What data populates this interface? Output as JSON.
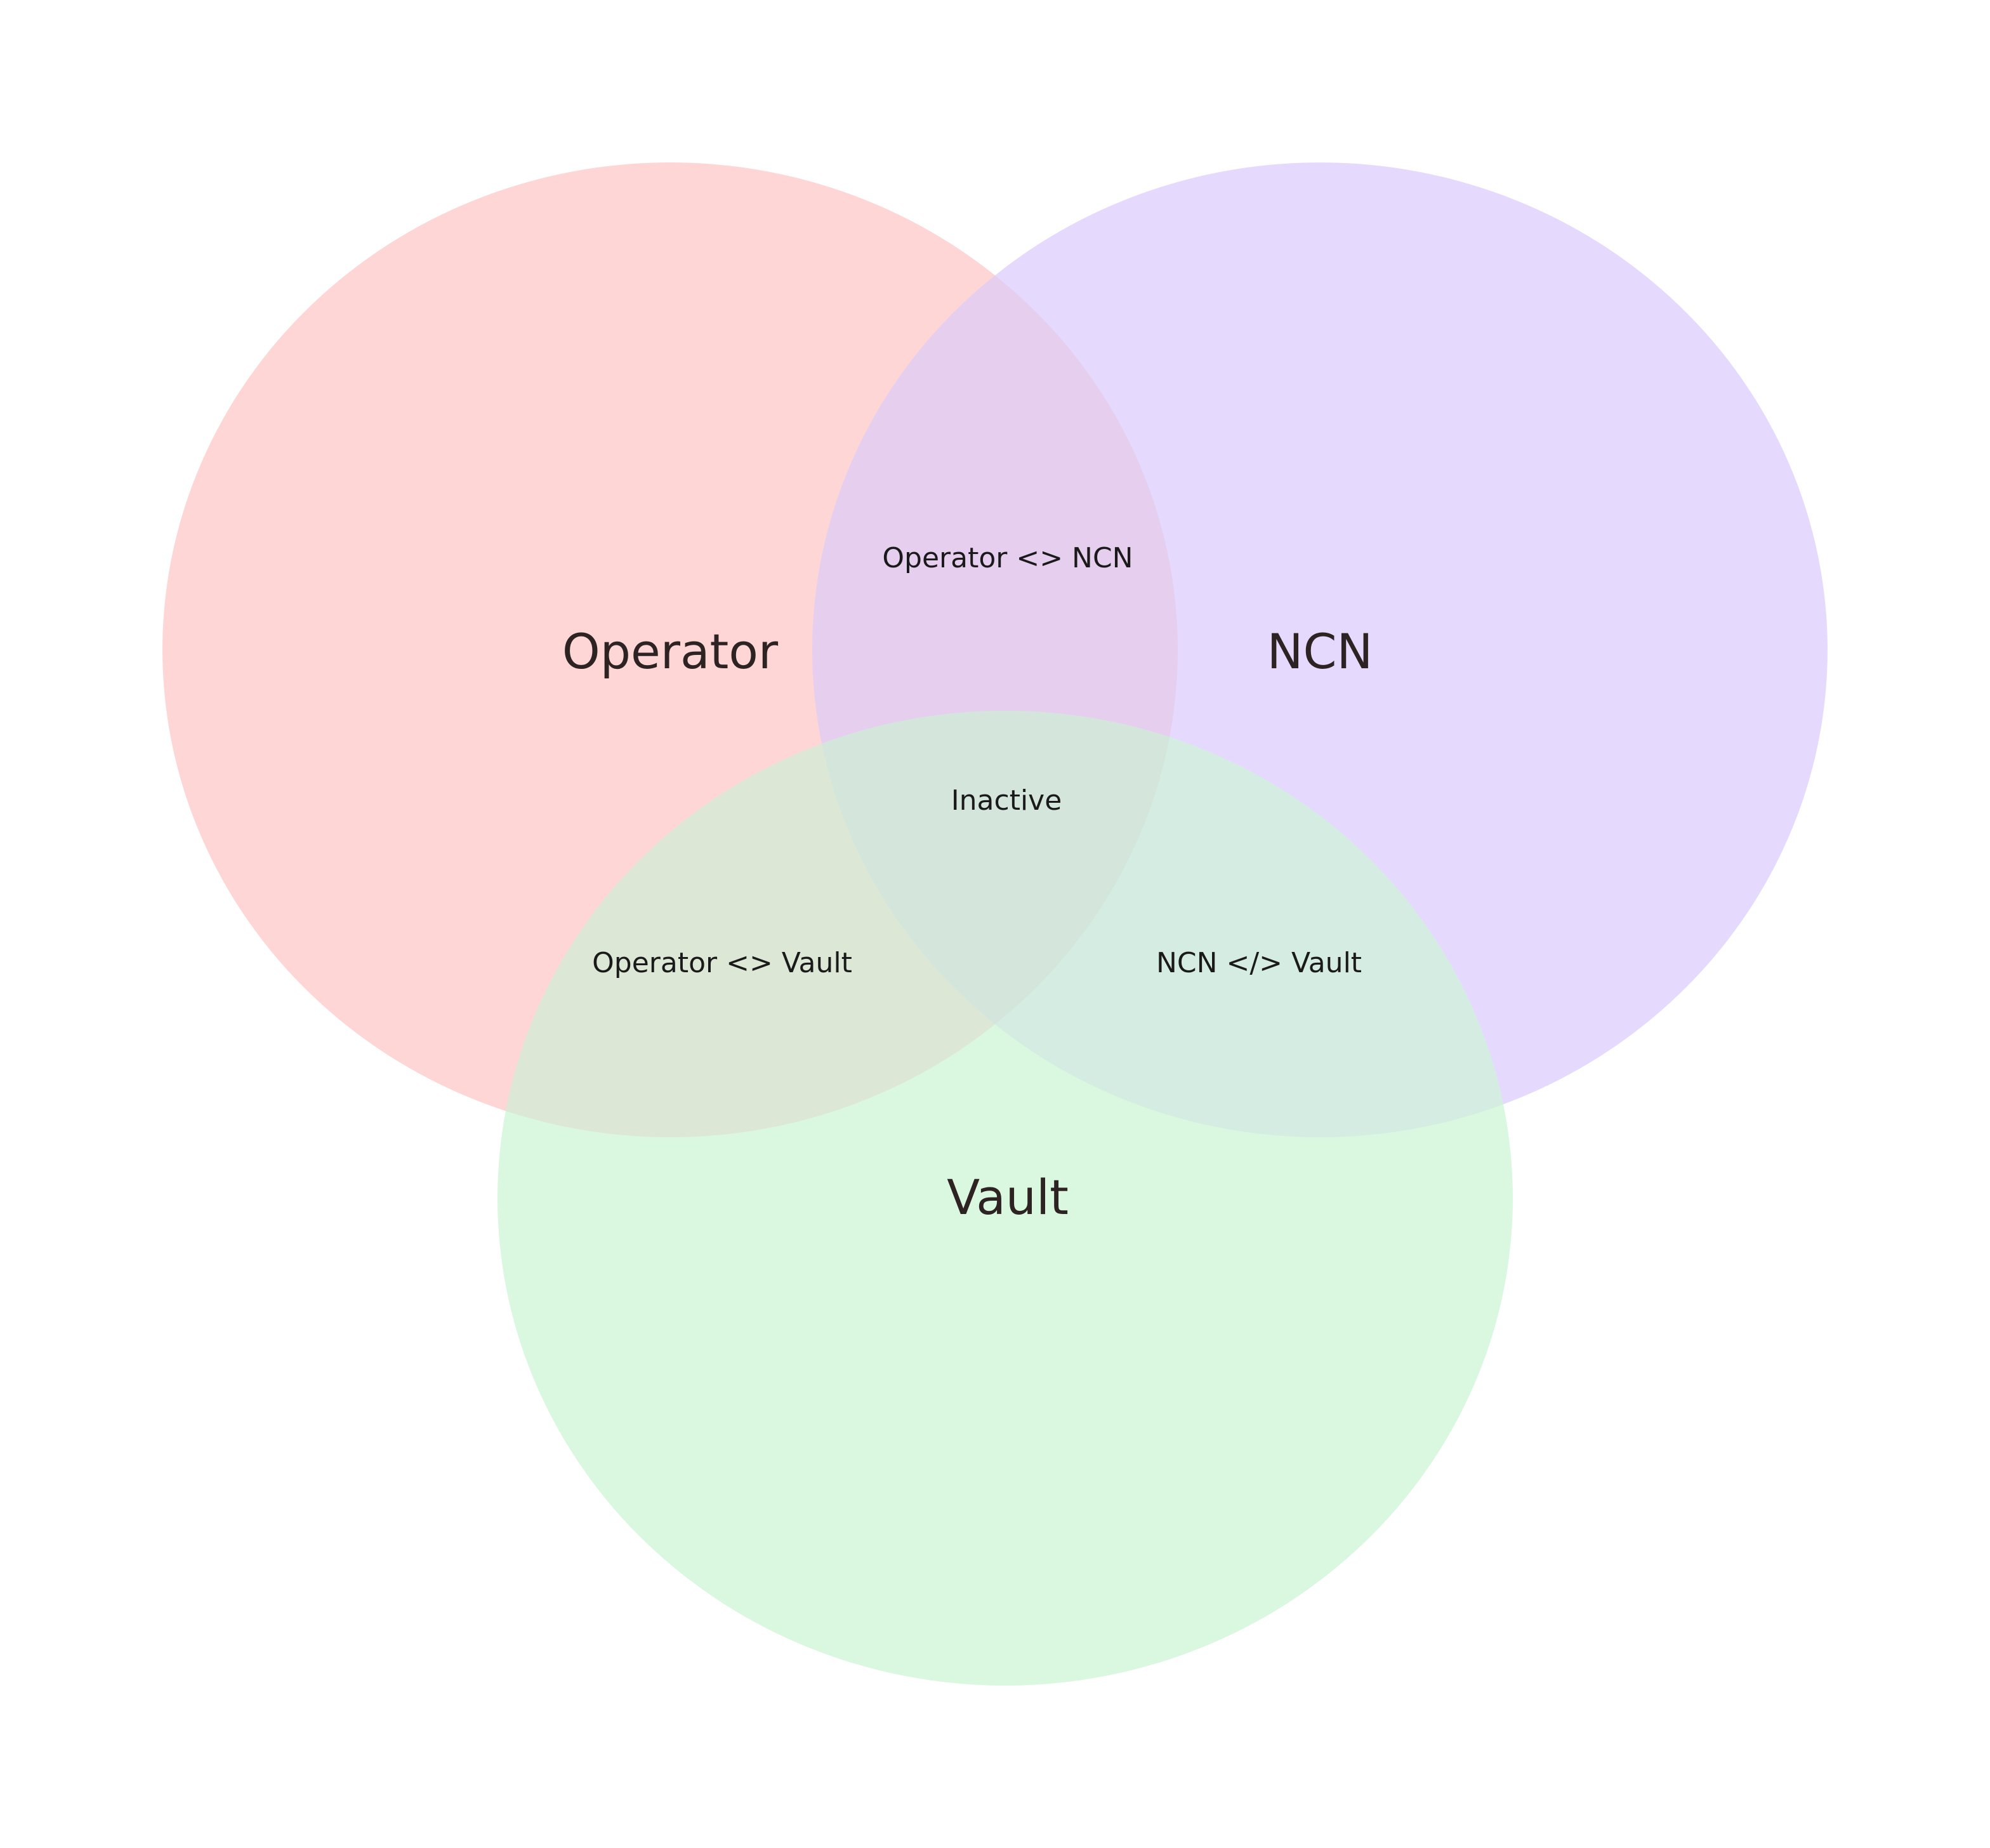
{
  "diagram": {
    "type": "venn",
    "sets": [
      {
        "id": "operator",
        "label": "Operator",
        "color": "#fdd6d5"
      },
      {
        "id": "ncn",
        "label": "NCN",
        "color": "#e5dafe"
      },
      {
        "id": "vault",
        "label": "Vault",
        "color": "#daf7e0"
      }
    ],
    "regions": {
      "operator_ncn": "Operator <> NCN",
      "operator_vault": "Operator <> Vault",
      "ncn_vault": "NCN </> Vault",
      "all": "Inactive"
    },
    "overlap_colors": {
      "operator_ncn": "#e6ceef",
      "operator_vault": "#dde7d5",
      "ncn_vault": "#d5ece2",
      "all": "#d4e6dc"
    }
  }
}
